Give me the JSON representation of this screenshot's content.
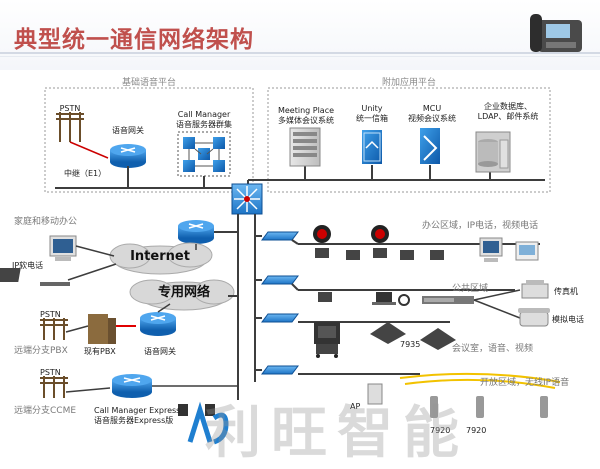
{
  "title": "典型统一通信网络架构",
  "regions": {
    "base": "基础语音平台",
    "addon": "附加应用平台"
  },
  "base_platform": {
    "pstn": "PSTN",
    "voice_gateway": "语音网关",
    "trunk": "中继（E1）",
    "call_manager_line1": "Call Manager",
    "call_manager_line2": "语音服务器群集"
  },
  "addon_platform": {
    "meeting_line1": "Meeting Place",
    "meeting_line2": "多媒体会议系统",
    "unity_line1": "Unity",
    "unity_line2": "统一信箱",
    "mcu_line1": "MCU",
    "mcu_line2": "视频会议系统",
    "enterprise_line1": "企业数据库、",
    "enterprise_line2": "LDAP、邮件系统"
  },
  "left_side": {
    "home_mobile": "家庭和移动办公",
    "ip_softphone": "IP软电话",
    "internet": "Internet",
    "private_net": "专用网络",
    "pstn2": "PSTN",
    "remote_pbx": "远端分支PBX",
    "existing_pbx": "现有PBX",
    "voice_gateway2": "语音网关",
    "pstn3": "PSTN",
    "remote_ccme": "远端分支CCME",
    "cme_line1": "Call Manager Express",
    "cme_line2": "语音服务器Express版"
  },
  "right_side": {
    "office_area": "办公区域，IP电话，视频电话",
    "public_area": "公共区域",
    "fax": "传真机",
    "analog_phone": "模拟电话",
    "conference": "会议室，语音、视频",
    "model_7935": "7935",
    "open_area": "开放区域，无线IP语音",
    "model_7920a": "7920",
    "model_7920b": "7920",
    "ap": "AP"
  },
  "watermark": "利旺智能",
  "colors": {
    "title": "#c0504d",
    "router": "#1f7fd0",
    "switch": "#2a8be0",
    "core": "#1366c2",
    "line": "#3d3d3d",
    "cloud": "#d8d8d8",
    "red_link": "#e00000"
  }
}
